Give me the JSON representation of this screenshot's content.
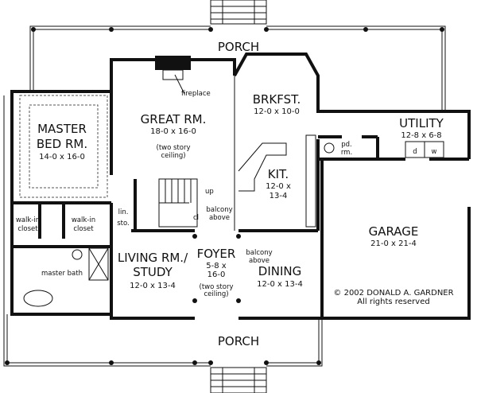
{
  "porch_top": "PORCH",
  "porch_bottom": "PORCH",
  "fireplace": "fireplace",
  "great_room": {
    "name": "GREAT RM.",
    "dim": "18-0 x 16-0",
    "note1": "(two story",
    "note2": "ceiling)"
  },
  "breakfast": {
    "name": "BRKFST.",
    "dim": "12-0 x 10-0"
  },
  "utility": {
    "name": "UTILITY",
    "dim": "12-8 x 6-8",
    "dryer": "d",
    "washer": "w"
  },
  "powder": {
    "l1": "pd.",
    "l2": "rm."
  },
  "master_bed": {
    "l1": "MASTER",
    "l2": "BED RM.",
    "dim": "14-0 x 16-0"
  },
  "kitchen": {
    "name": "KIT.",
    "dim1": "12-0 x",
    "dim2": "13-4"
  },
  "stair_up": "up",
  "closet": "cl",
  "balcony1": {
    "l1": "balcony",
    "l2": "above"
  },
  "balcony2": {
    "l1": "balcony",
    "l2": "above"
  },
  "linen": "lin.",
  "storage": "sto.",
  "walkin_left": {
    "l1": "walk-in",
    "l2": "closet"
  },
  "walkin_right": {
    "l1": "walk-in",
    "l2": "closet"
  },
  "master_bath": "master bath",
  "living": {
    "l1": "LIVING RM./",
    "l2": "STUDY",
    "dim": "12-0 x 13-4"
  },
  "foyer": {
    "name": "FOYER",
    "dim1": "5-8 x",
    "dim2": "16-0",
    "note1": "(two story",
    "note2": "ceiling)"
  },
  "dining": {
    "name": "DINING",
    "dim": "12-0 x 13-4"
  },
  "garage": {
    "name": "GARAGE",
    "dim": "21-0 x 21-4"
  },
  "copyright": {
    "l1": "© 2002 DONALD A. GARDNER",
    "l2": "All rights reserved"
  }
}
